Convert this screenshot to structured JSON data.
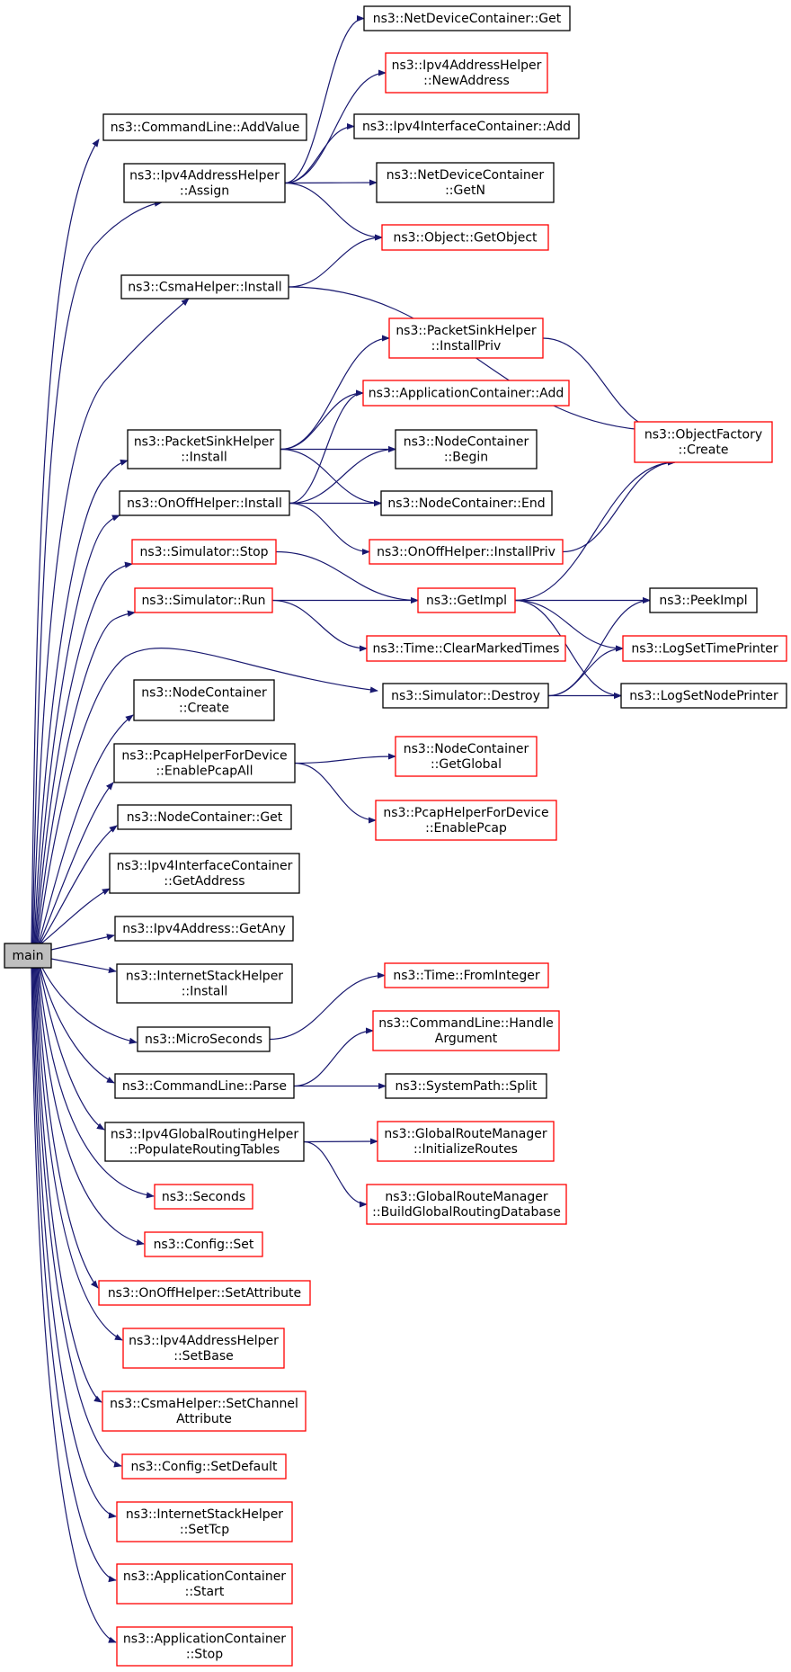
{
  "colors": {
    "edge": "#191970",
    "node_fill": "#ffffff",
    "root_fill": "#bfbfbf",
    "documented_border": "#000000",
    "undocumented_border": "#ff0000",
    "text": "#000000"
  },
  "nodes": [
    {
      "id": "main",
      "lines": [
        "main"
      ],
      "style": "root"
    },
    {
      "id": "cmd_addvalue",
      "lines": [
        "ns3::CommandLine::AddValue"
      ],
      "style": "black"
    },
    {
      "id": "ipv4addr_assign",
      "lines": [
        "ns3::Ipv4AddressHelper",
        "::Assign"
      ],
      "style": "black"
    },
    {
      "id": "csma_install",
      "lines": [
        "ns3::CsmaHelper::Install"
      ],
      "style": "black"
    },
    {
      "id": "packetsink_install",
      "lines": [
        "ns3::PacketSinkHelper",
        "::Install"
      ],
      "style": "black"
    },
    {
      "id": "onoff_install",
      "lines": [
        "ns3::OnOffHelper::Install"
      ],
      "style": "black"
    },
    {
      "id": "sim_stop",
      "lines": [
        "ns3::Simulator::Stop"
      ],
      "style": "red"
    },
    {
      "id": "sim_run",
      "lines": [
        "ns3::Simulator::Run"
      ],
      "style": "red"
    },
    {
      "id": "sim_destroy",
      "lines": [
        "ns3::Simulator::Destroy"
      ],
      "style": "black"
    },
    {
      "id": "nc_create",
      "lines": [
        "ns3::NodeContainer",
        "::Create"
      ],
      "style": "black"
    },
    {
      "id": "pcap_all",
      "lines": [
        "ns3::PcapHelperForDevice",
        "::EnablePcapAll"
      ],
      "style": "black"
    },
    {
      "id": "nc_get",
      "lines": [
        "ns3::NodeContainer::Get"
      ],
      "style": "black"
    },
    {
      "id": "ipv4if_getaddr",
      "lines": [
        "ns3::Ipv4InterfaceContainer",
        "::GetAddress"
      ],
      "style": "black"
    },
    {
      "id": "ipv4_getany",
      "lines": [
        "ns3::Ipv4Address::GetAny"
      ],
      "style": "black"
    },
    {
      "id": "inet_install",
      "lines": [
        "ns3::InternetStackHelper",
        "::Install"
      ],
      "style": "black"
    },
    {
      "id": "microseconds",
      "lines": [
        "ns3::MicroSeconds"
      ],
      "style": "black"
    },
    {
      "id": "cmd_parse",
      "lines": [
        "ns3::CommandLine::Parse"
      ],
      "style": "black"
    },
    {
      "id": "populate_rt",
      "lines": [
        "ns3::Ipv4GlobalRoutingHelper",
        "::PopulateRoutingTables"
      ],
      "style": "black"
    },
    {
      "id": "seconds",
      "lines": [
        "ns3::Seconds"
      ],
      "style": "red"
    },
    {
      "id": "config_set",
      "lines": [
        "ns3::Config::Set"
      ],
      "style": "red"
    },
    {
      "id": "onoff_setattr",
      "lines": [
        "ns3::OnOffHelper::SetAttribute"
      ],
      "style": "red"
    },
    {
      "id": "ipv4addr_setbase",
      "lines": [
        "ns3::Ipv4AddressHelper",
        "::SetBase"
      ],
      "style": "red"
    },
    {
      "id": "csma_setchannel",
      "lines": [
        "ns3::CsmaHelper::SetChannel",
        "Attribute"
      ],
      "style": "red"
    },
    {
      "id": "config_setdefault",
      "lines": [
        "ns3::Config::SetDefault"
      ],
      "style": "red"
    },
    {
      "id": "inet_settcp",
      "lines": [
        "ns3::InternetStackHelper",
        "::SetTcp"
      ],
      "style": "red"
    },
    {
      "id": "app_start",
      "lines": [
        "ns3::ApplicationContainer",
        "::Start"
      ],
      "style": "red"
    },
    {
      "id": "app_stop",
      "lines": [
        "ns3::ApplicationContainer",
        "::Stop"
      ],
      "style": "red"
    },
    {
      "id": "ndc_get",
      "lines": [
        "ns3::NetDeviceContainer::Get"
      ],
      "style": "black"
    },
    {
      "id": "ipv4addr_newaddr",
      "lines": [
        "ns3::Ipv4AddressHelper",
        "::NewAddress"
      ],
      "style": "red"
    },
    {
      "id": "ipv4if_add",
      "lines": [
        "ns3::Ipv4InterfaceContainer::Add"
      ],
      "style": "black"
    },
    {
      "id": "ndc_getn",
      "lines": [
        "ns3::NetDeviceContainer",
        "::GetN"
      ],
      "style": "black"
    },
    {
      "id": "obj_getobject",
      "lines": [
        "ns3::Object::GetObject"
      ],
      "style": "red"
    },
    {
      "id": "packetsink_installpriv",
      "lines": [
        "ns3::PacketSinkHelper",
        "::InstallPriv"
      ],
      "style": "red"
    },
    {
      "id": "app_add",
      "lines": [
        "ns3::ApplicationContainer::Add"
      ],
      "style": "red"
    },
    {
      "id": "nc_begin",
      "lines": [
        "ns3::NodeContainer",
        "::Begin"
      ],
      "style": "black"
    },
    {
      "id": "nc_end",
      "lines": [
        "ns3::NodeContainer::End"
      ],
      "style": "black"
    },
    {
      "id": "onoff_installpriv",
      "lines": [
        "ns3::OnOffHelper::InstallPriv"
      ],
      "style": "red"
    },
    {
      "id": "getimpl",
      "lines": [
        "ns3::GetImpl"
      ],
      "style": "red"
    },
    {
      "id": "time_clearmarked",
      "lines": [
        "ns3::Time::ClearMarkedTimes"
      ],
      "style": "red"
    },
    {
      "id": "nc_getglobal",
      "lines": [
        "ns3::NodeContainer",
        "::GetGlobal"
      ],
      "style": "red"
    },
    {
      "id": "pcap_enable",
      "lines": [
        "ns3::PcapHelperForDevice",
        "::EnablePcap"
      ],
      "style": "red"
    },
    {
      "id": "time_frominteger",
      "lines": [
        "ns3::Time::FromInteger"
      ],
      "style": "red"
    },
    {
      "id": "cmd_handlearg",
      "lines": [
        "ns3::CommandLine::Handle",
        "Argument"
      ],
      "style": "red"
    },
    {
      "id": "systempath_split",
      "lines": [
        "ns3::SystemPath::Split"
      ],
      "style": "black"
    },
    {
      "id": "grm_initroutes",
      "lines": [
        "ns3::GlobalRouteManager",
        "::InitializeRoutes"
      ],
      "style": "red"
    },
    {
      "id": "grm_builddb",
      "lines": [
        "ns3::GlobalRouteManager",
        "::BuildGlobalRoutingDatabase"
      ],
      "style": "red"
    },
    {
      "id": "objfactory_create",
      "lines": [
        "ns3::ObjectFactory",
        "::Create"
      ],
      "style": "red"
    },
    {
      "id": "peekimpl",
      "lines": [
        "ns3::PeekImpl"
      ],
      "style": "black"
    },
    {
      "id": "logsettime",
      "lines": [
        "ns3::LogSetTimePrinter"
      ],
      "style": "red"
    },
    {
      "id": "logsetnode",
      "lines": [
        "ns3::LogSetNodePrinter"
      ],
      "style": "black"
    }
  ],
  "edges": [
    [
      "main",
      "cmd_addvalue"
    ],
    [
      "main",
      "ipv4addr_assign"
    ],
    [
      "main",
      "csma_install"
    ],
    [
      "main",
      "packetsink_install"
    ],
    [
      "main",
      "onoff_install"
    ],
    [
      "main",
      "sim_stop"
    ],
    [
      "main",
      "sim_run"
    ],
    [
      "main",
      "sim_destroy"
    ],
    [
      "main",
      "nc_create"
    ],
    [
      "main",
      "pcap_all"
    ],
    [
      "main",
      "nc_get"
    ],
    [
      "main",
      "ipv4if_getaddr"
    ],
    [
      "main",
      "ipv4_getany"
    ],
    [
      "main",
      "inet_install"
    ],
    [
      "main",
      "microseconds"
    ],
    [
      "main",
      "cmd_parse"
    ],
    [
      "main",
      "populate_rt"
    ],
    [
      "main",
      "seconds"
    ],
    [
      "main",
      "config_set"
    ],
    [
      "main",
      "onoff_setattr"
    ],
    [
      "main",
      "ipv4addr_setbase"
    ],
    [
      "main",
      "csma_setchannel"
    ],
    [
      "main",
      "config_setdefault"
    ],
    [
      "main",
      "inet_settcp"
    ],
    [
      "main",
      "app_start"
    ],
    [
      "main",
      "app_stop"
    ],
    [
      "ipv4addr_assign",
      "ndc_get"
    ],
    [
      "ipv4addr_assign",
      "ipv4addr_newaddr"
    ],
    [
      "ipv4addr_assign",
      "ipv4if_add"
    ],
    [
      "ipv4addr_assign",
      "ndc_getn"
    ],
    [
      "ipv4addr_assign",
      "obj_getobject"
    ],
    [
      "csma_install",
      "obj_getobject"
    ],
    [
      "csma_install",
      "objfactory_create"
    ],
    [
      "packetsink_install",
      "packetsink_installpriv"
    ],
    [
      "packetsink_install",
      "app_add"
    ],
    [
      "packetsink_install",
      "nc_begin"
    ],
    [
      "packetsink_install",
      "nc_end"
    ],
    [
      "onoff_install",
      "app_add"
    ],
    [
      "onoff_install",
      "nc_begin"
    ],
    [
      "onoff_install",
      "nc_end"
    ],
    [
      "onoff_install",
      "onoff_installpriv"
    ],
    [
      "packetsink_installpriv",
      "objfactory_create"
    ],
    [
      "onoff_installpriv",
      "objfactory_create"
    ],
    [
      "sim_stop",
      "getimpl"
    ],
    [
      "sim_run",
      "getimpl"
    ],
    [
      "sim_run",
      "time_clearmarked"
    ],
    [
      "getimpl",
      "objfactory_create"
    ],
    [
      "getimpl",
      "peekimpl"
    ],
    [
      "getimpl",
      "logsettime"
    ],
    [
      "getimpl",
      "logsetnode"
    ],
    [
      "sim_destroy",
      "peekimpl"
    ],
    [
      "sim_destroy",
      "logsettime"
    ],
    [
      "sim_destroy",
      "logsetnode"
    ],
    [
      "pcap_all",
      "nc_getglobal"
    ],
    [
      "pcap_all",
      "pcap_enable"
    ],
    [
      "microseconds",
      "time_frominteger"
    ],
    [
      "cmd_parse",
      "cmd_handlearg"
    ],
    [
      "cmd_parse",
      "systempath_split"
    ],
    [
      "populate_rt",
      "grm_initroutes"
    ],
    [
      "populate_rt",
      "grm_builddb"
    ]
  ]
}
